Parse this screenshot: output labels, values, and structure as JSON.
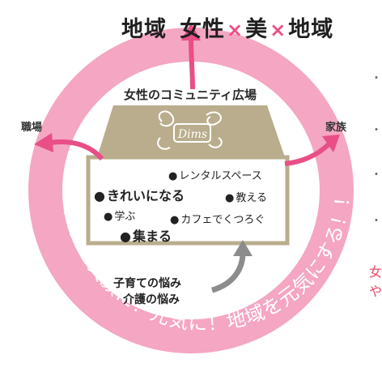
{
  "title": {
    "part1": "地域",
    "part2": "女性",
    "part3": "美",
    "part4": "地域",
    "separator": "×"
  },
  "house": {
    "title": "女性のコミュニティ広場",
    "logo_text": "Dims"
  },
  "left_label": "職場",
  "right_label": "家族",
  "box_items": {
    "rental": "レンタルスペース",
    "kirei": "きれいになる",
    "oshieru": "教える",
    "manabu": "学ぶ",
    "cafe": "カフェでくつろぐ",
    "atsumaru": "集まる"
  },
  "bullet": "●",
  "worries": {
    "line1": "子育ての悩み",
    "line2": "介護の悩み"
  },
  "ring_text": "女性を笑顔に！元気に！地域を元気にする！！",
  "right_edge": {
    "dash": "・",
    "text1": "女",
    "text2": "や"
  },
  "colors": {
    "ring": "#f4a6c2",
    "arrow_pink": "#e94e87",
    "roof": "#b9ad8d",
    "arrow_gray": "#8c8c8c",
    "accent_x": "#ee4c84"
  }
}
